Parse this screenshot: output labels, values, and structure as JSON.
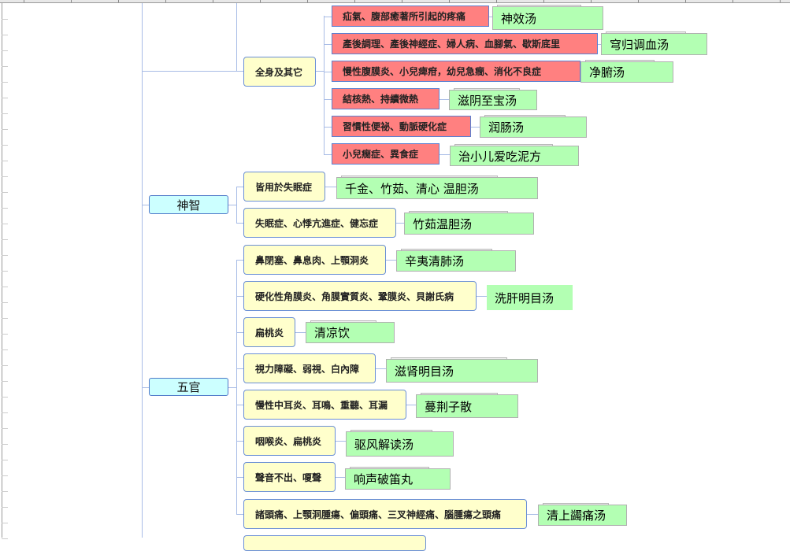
{
  "groups": [
    {
      "category": "",
      "subgroup": "全身及其它",
      "items": [
        {
          "symptom": "疝氣、腹部癒著所引起的疼痛",
          "formula": "神效汤"
        },
        {
          "symptom": "產後調理、產後神經症、婦人病、血腳氣、歇斯底里",
          "formula": "穹归调血汤"
        },
        {
          "symptom": "慢性腹膜炎、小兒痺疳，幼兒急癇、消化不良症",
          "formula": "净腑汤"
        },
        {
          "symptom": "結核熱、持續微熱",
          "formula": "滋阴至宝汤"
        },
        {
          "symptom": "習慣性便祕、動脈硬化症",
          "formula": "润肠汤"
        },
        {
          "symptom": "小兒癇症、異食症",
          "formula": "治小儿爱吃泥方"
        }
      ]
    },
    {
      "category": "神智",
      "items": [
        {
          "symptom": "皆用於失眠症",
          "formula": "千金、竹茹、清心 温胆汤"
        },
        {
          "symptom": "失眠症、心悸亢進症、健忘症",
          "formula": "竹茹温胆汤"
        }
      ]
    },
    {
      "category": "五官",
      "items": [
        {
          "symptom": "鼻閉塞、鼻息肉、上顎洞炎",
          "formula": "辛夷清肺汤"
        },
        {
          "symptom": "硬化性角膜炎、角膜實質炎、鞏膜炎、貝謝氏病",
          "formula": "洗肝明目汤"
        },
        {
          "symptom": "扁桃炎",
          "formula": "清凉饮"
        },
        {
          "symptom": "視力障礙、弱視、白內障",
          "formula": "滋肾明目汤"
        },
        {
          "symptom": "慢性中耳炎、耳鳴、重聽、耳漏",
          "formula": "蔓荆子散"
        },
        {
          "symptom": "咽喉炎、扁桃炎",
          "formula": "驱风解读汤"
        },
        {
          "symptom": "聲音不出、嗄聲",
          "formula": "响声破笛丸"
        },
        {
          "symptom": "諸頭痛、上顎洞腫瘍、偏頭痛、三叉神經痛、腦腫瘍之頭痛",
          "formula": "清上蠲痛汤"
        }
      ]
    }
  ],
  "colors": {
    "category": "#ccffff",
    "symptom": "#ffffcc",
    "symptom_alert": "#ff8080",
    "formula": "#b3ffb3",
    "connector": "#a8bce6"
  }
}
